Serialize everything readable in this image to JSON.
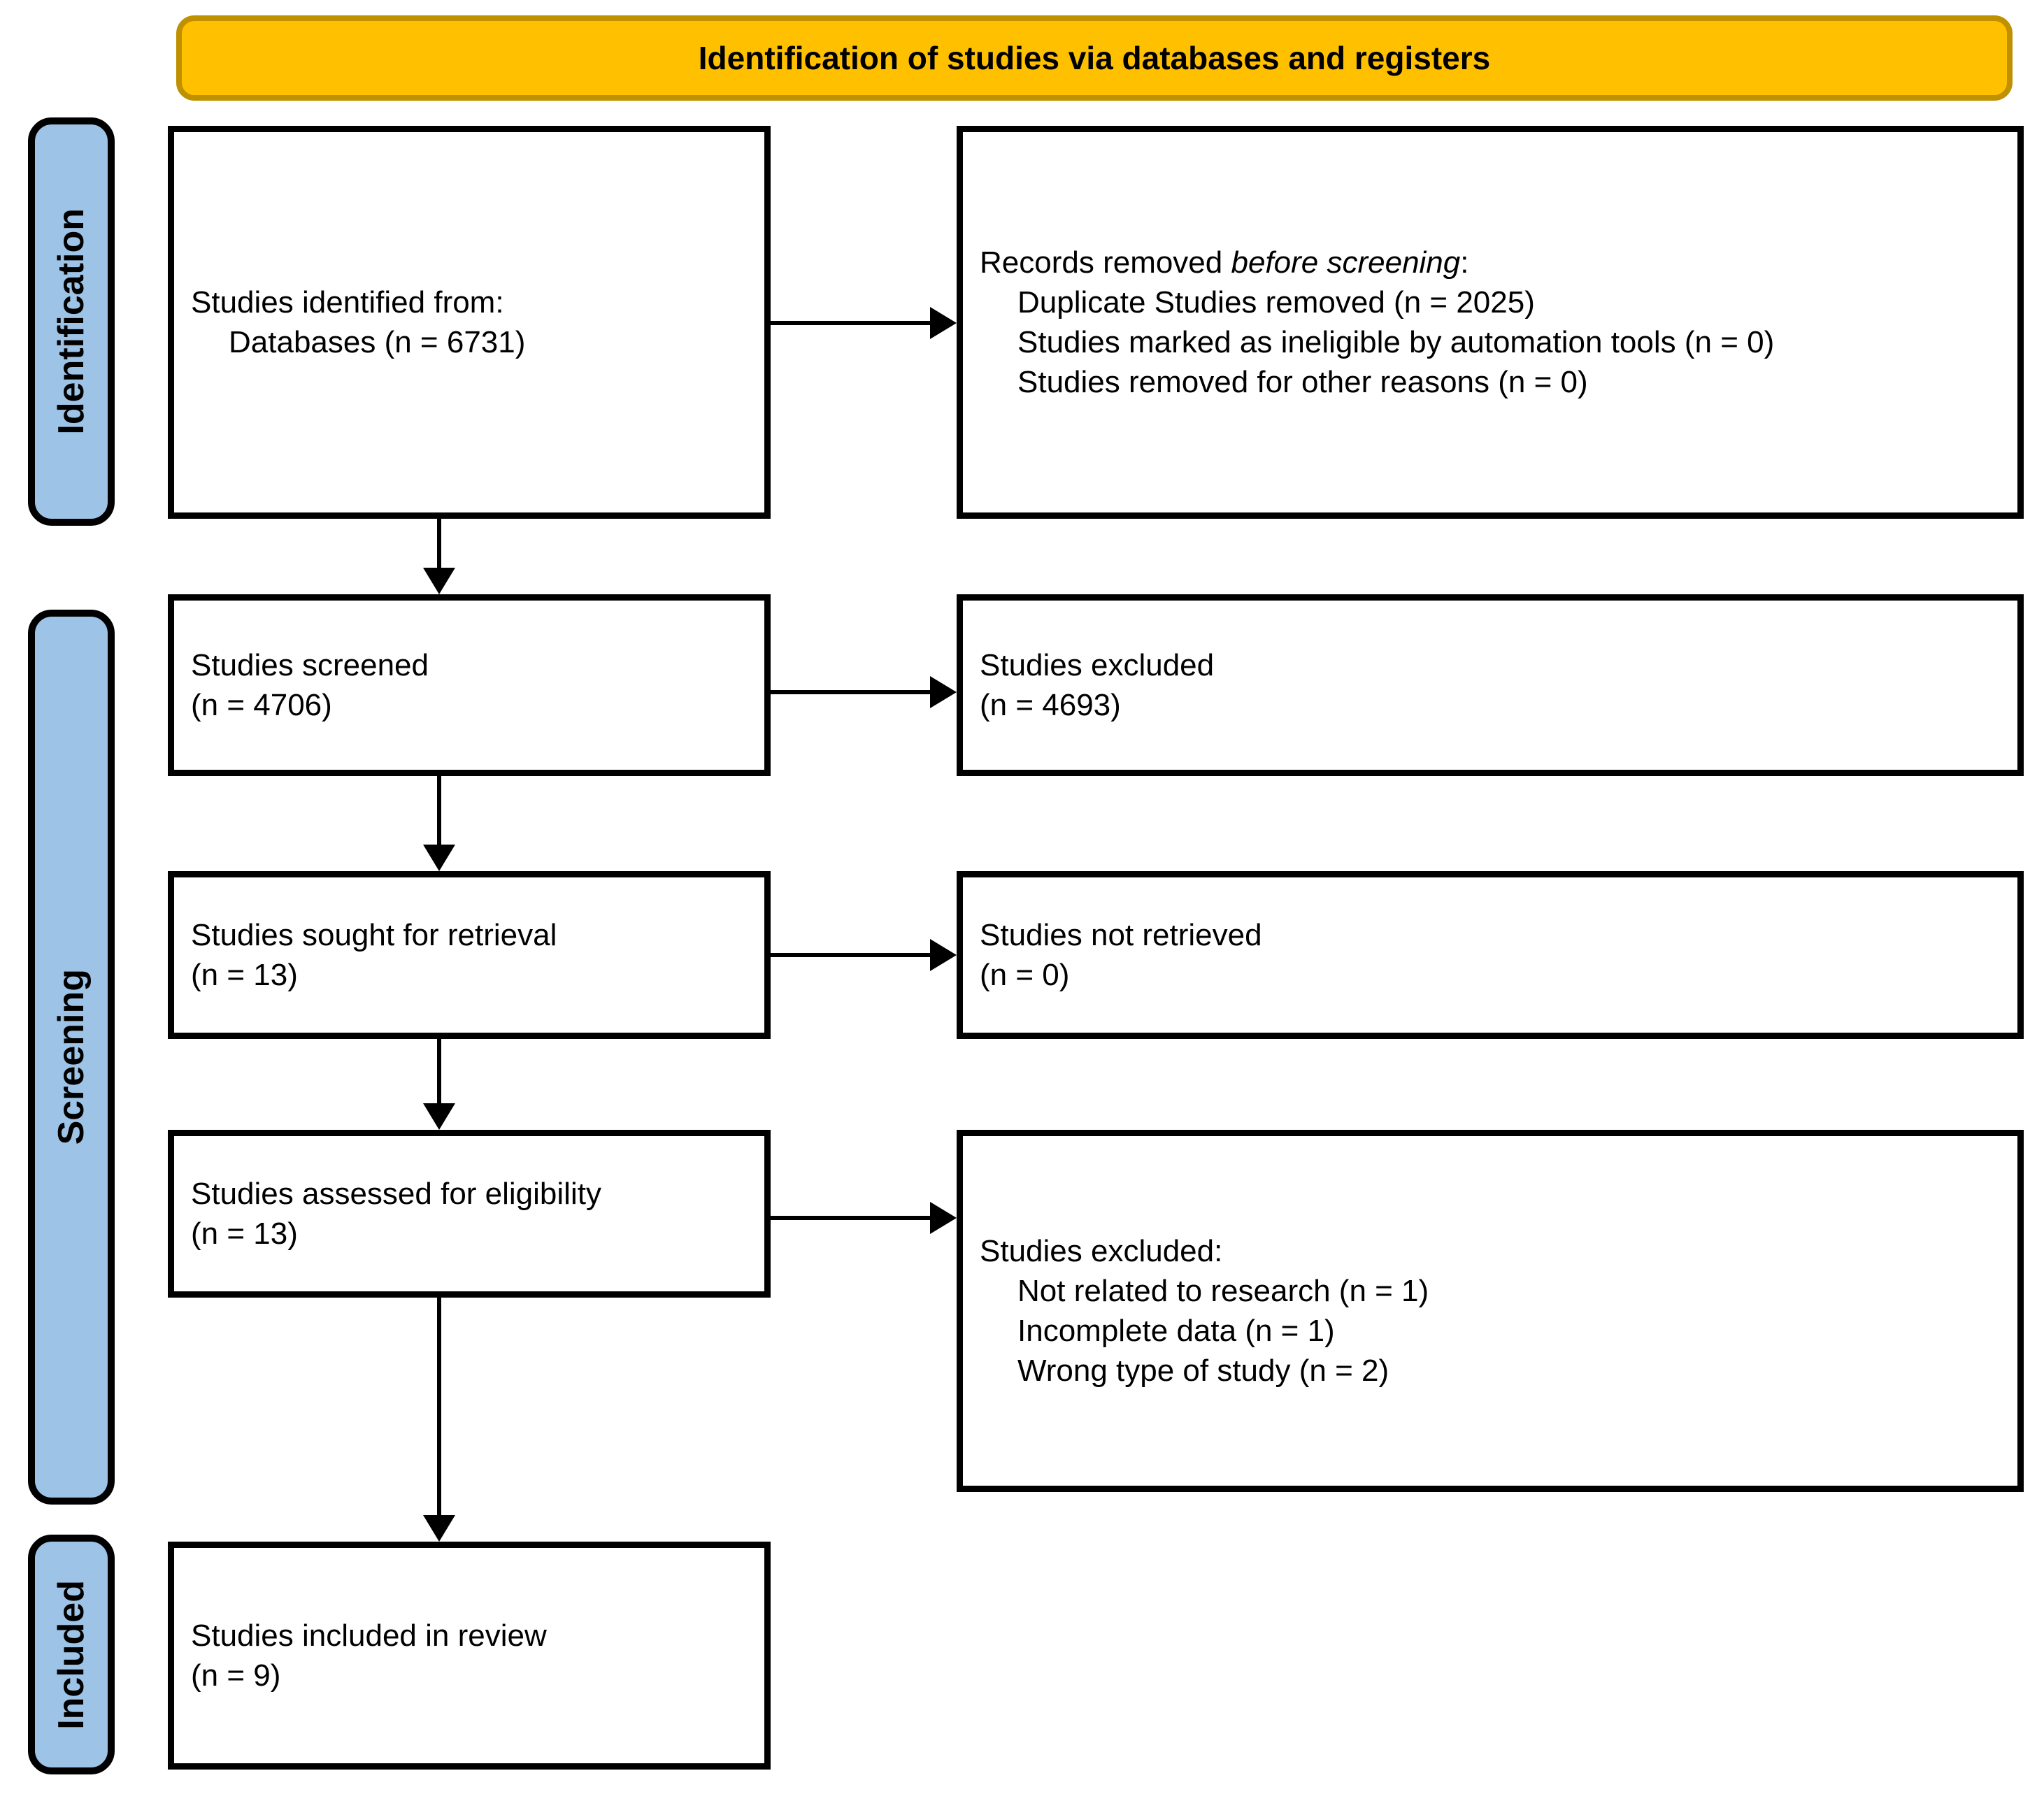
{
  "banner": {
    "title": "Identification of studies via databases and registers"
  },
  "stages": {
    "identification": "Identification",
    "screening": "Screening",
    "included": "Included"
  },
  "boxes": {
    "identified": {
      "line1": "Studies identified from:",
      "line2": "Databases (n = 6731)"
    },
    "removed_before_screening": {
      "title_prefix": "Records removed ",
      "title_emphasis": "before screening",
      "title_suffix": ":",
      "items": [
        "Duplicate Studies removed (n = 2025)",
        "Studies marked as ineligible by automation tools (n = 0)",
        "Studies removed for other reasons (n = 0)"
      ]
    },
    "screened": {
      "line1": "Studies screened",
      "line2": "(n = 4706)"
    },
    "excluded_screening": {
      "line1": "Studies excluded",
      "line2": "(n = 4693)"
    },
    "sought": {
      "line1": "Studies sought for retrieval",
      "line2": "(n = 13)"
    },
    "not_retrieved": {
      "line1": "Studies not retrieved",
      "line2": "(n = 0)"
    },
    "assessed": {
      "line1": "Studies assessed for eligibility",
      "line2": "(n = 13)"
    },
    "excluded_eligibility": {
      "title": "Studies excluded:",
      "items": [
        "Not related to research (n = 1)",
        "Incomplete data (n = 1)",
        "Wrong type of study (n = 2)"
      ]
    },
    "included_review": {
      "line1": "Studies included in review",
      "line2": "(n = 9)"
    }
  },
  "colors": {
    "banner_fill": "#FFC000",
    "banner_border": "#BF9000",
    "stage_fill": "#9DC3E6",
    "line_color": "#000000"
  }
}
